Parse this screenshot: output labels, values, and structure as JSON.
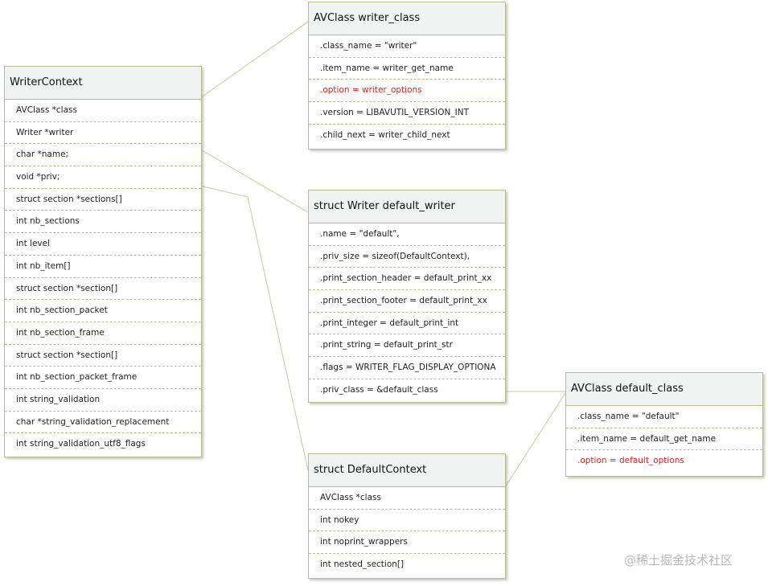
{
  "boxes": {
    "writer_context": {
      "title": "WriterContext",
      "fields": [
        "AVClass *class",
        "Writer *writer",
        "char *name;",
        "void *priv;",
        "struct section *sections[]",
        "int nb_sections",
        "int level",
        "int nb_item[]",
        "struct section *section[]",
        "int nb_section_packet",
        "int nb_section_frame",
        "struct section *section[]",
        "int nb_section_packet_frame",
        "int string_validation",
        "char *string_validation_replacement",
        "int string_validation_utf8_flags"
      ]
    },
    "writer_class": {
      "title": "AVClass writer_class",
      "fields": [
        ".class_name = \"writer\"",
        ".item_name  = writer_get_name",
        ".option = writer_options",
        ".version = LIBAVUTIL_VERSION_INT",
        ".child_next  = writer_child_next"
      ],
      "highlight_index": 2
    },
    "default_writer": {
      "title": "struct Writer default_writer",
      "fields": [
        ".name = \"default\",",
        ".priv_size = sizeof(DefaultContext),",
        ".print_section_header = default_print_xx",
        ".print_section_footer = default_print_xx",
        ".print_integer = default_print_int",
        ".print_string = default_print_str",
        ".flags = WRITER_FLAG_DISPLAY_OPTIONA",
        ".priv_class          = &default_class"
      ]
    },
    "default_class": {
      "title": "AVClass default_class",
      "fields": [
        ".class_name = \"default\"",
        ".item_name  = default_get_name",
        ".option = default_options"
      ],
      "highlight_index": 2
    },
    "default_context": {
      "title": "struct DefaultContext",
      "fields": [
        "AVClass *class",
        "int nokey",
        "int noprint_wrappers",
        "int nested_section[]"
      ]
    }
  },
  "watermark": "@稀土掘金技术社区",
  "colors": {
    "border": "#b9bd8e",
    "title_bg": "#f1f2f2",
    "highlight": "#e02020",
    "connector": "#c9cb9f"
  }
}
